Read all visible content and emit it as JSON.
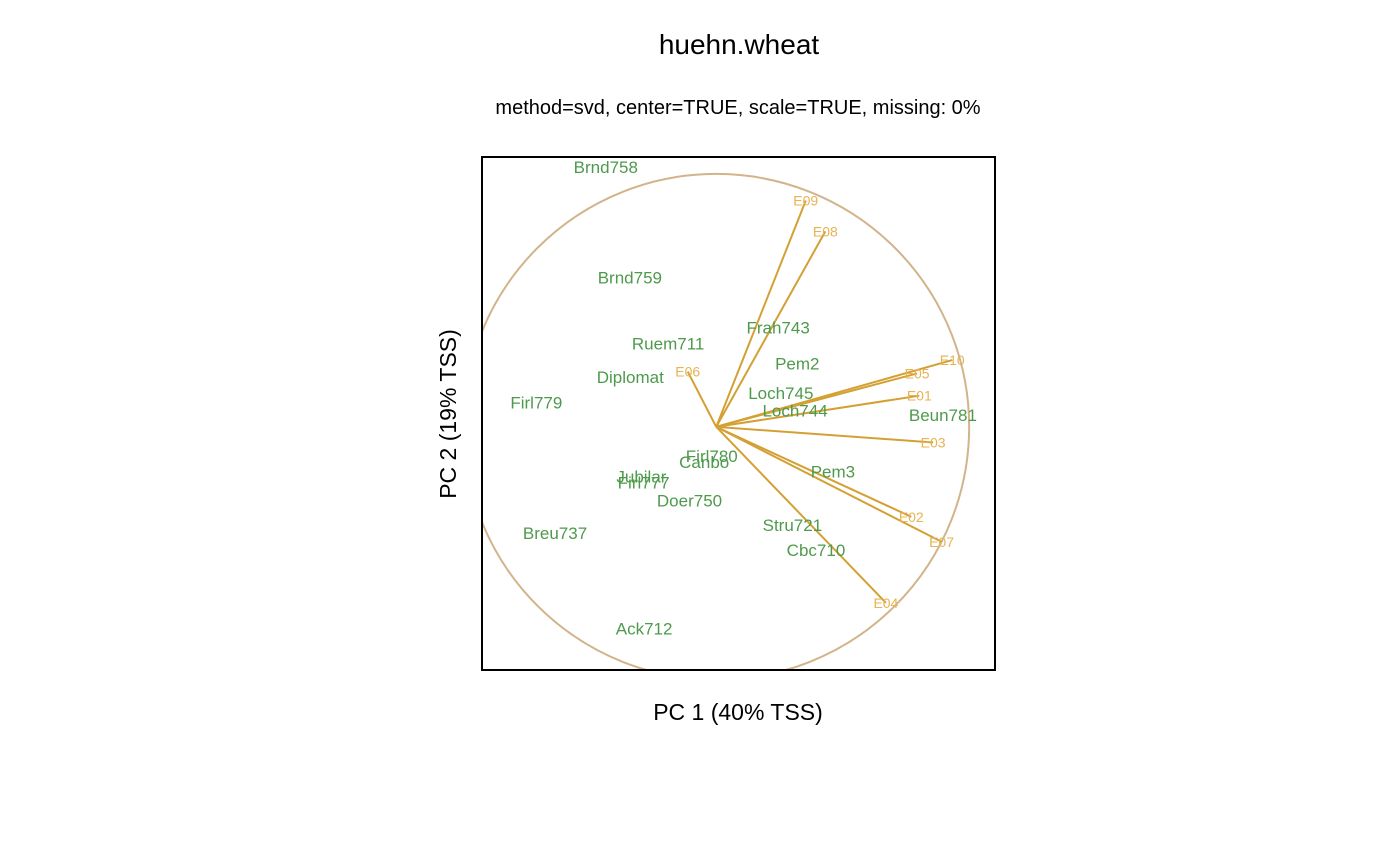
{
  "chart_data": {
    "type": "scatter",
    "title": "huehn.wheat",
    "subtitle": "method=svd, center=TRUE, scale=TRUE, missing: 0%",
    "xlabel": "PC 1 (40% TSS)",
    "ylabel": "PC 2 (19% TSS)",
    "grid": false,
    "xlim": [
      -5.26,
      6.26
    ],
    "ylim": [
      -5.46,
      6.06
    ],
    "colors": {
      "genotype": "#4e9a4c",
      "environment_label": "#e6b355",
      "environment_vector": "#d4a033",
      "circle": "#d2b48c",
      "frame": "#000000"
    },
    "genotypes": [
      {
        "name": "Brnd758",
        "x": -2.48,
        "y": 5.84
      },
      {
        "name": "Brnd759",
        "x": -1.94,
        "y": 3.35
      },
      {
        "name": "Ruem711",
        "x": -1.08,
        "y": 1.87
      },
      {
        "name": "Frah743",
        "x": 1.39,
        "y": 2.23
      },
      {
        "name": "Diplomat",
        "x": -1.93,
        "y": 1.12
      },
      {
        "name": "Pem2",
        "x": 1.82,
        "y": 1.42
      },
      {
        "name": "Firl779",
        "x": -4.04,
        "y": 0.55
      },
      {
        "name": "Loch745",
        "x": 1.45,
        "y": 0.76
      },
      {
        "name": "Loch744",
        "x": 1.77,
        "y": 0.37
      },
      {
        "name": "Beun781",
        "x": 5.09,
        "y": 0.27
      },
      {
        "name": "Firl780",
        "x": -0.1,
        "y": -0.65
      },
      {
        "name": "Canbo",
        "x": -0.27,
        "y": -0.79
      },
      {
        "name": "Pem3",
        "x": 2.62,
        "y": -1.0
      },
      {
        "name": "Jubilar",
        "x": -1.68,
        "y": -1.12
      },
      {
        "name": "Firl777",
        "x": -1.63,
        "y": -1.25
      },
      {
        "name": "Doer750",
        "x": -0.6,
        "y": -1.65
      },
      {
        "name": "Stru721",
        "x": 1.71,
        "y": -2.2
      },
      {
        "name": "Breu737",
        "x": -3.62,
        "y": -2.38
      },
      {
        "name": "Cbc710",
        "x": 2.24,
        "y": -2.76
      },
      {
        "name": "Ack712",
        "x": -1.62,
        "y": -4.53
      }
    ],
    "environments": [
      {
        "name": "E09",
        "x": 2.01,
        "y": 5.08
      },
      {
        "name": "E08",
        "x": 2.45,
        "y": 4.39
      },
      {
        "name": "E06",
        "x": -0.64,
        "y": 1.24
      },
      {
        "name": "E05",
        "x": 4.51,
        "y": 1.2
      },
      {
        "name": "E10",
        "x": 5.3,
        "y": 1.5
      },
      {
        "name": "E01",
        "x": 4.56,
        "y": 0.7
      },
      {
        "name": "E03",
        "x": 4.87,
        "y": -0.35
      },
      {
        "name": "E02",
        "x": 4.38,
        "y": -2.02
      },
      {
        "name": "E07",
        "x": 5.06,
        "y": -2.58
      },
      {
        "name": "E04",
        "x": 3.81,
        "y": -3.95
      }
    ]
  }
}
